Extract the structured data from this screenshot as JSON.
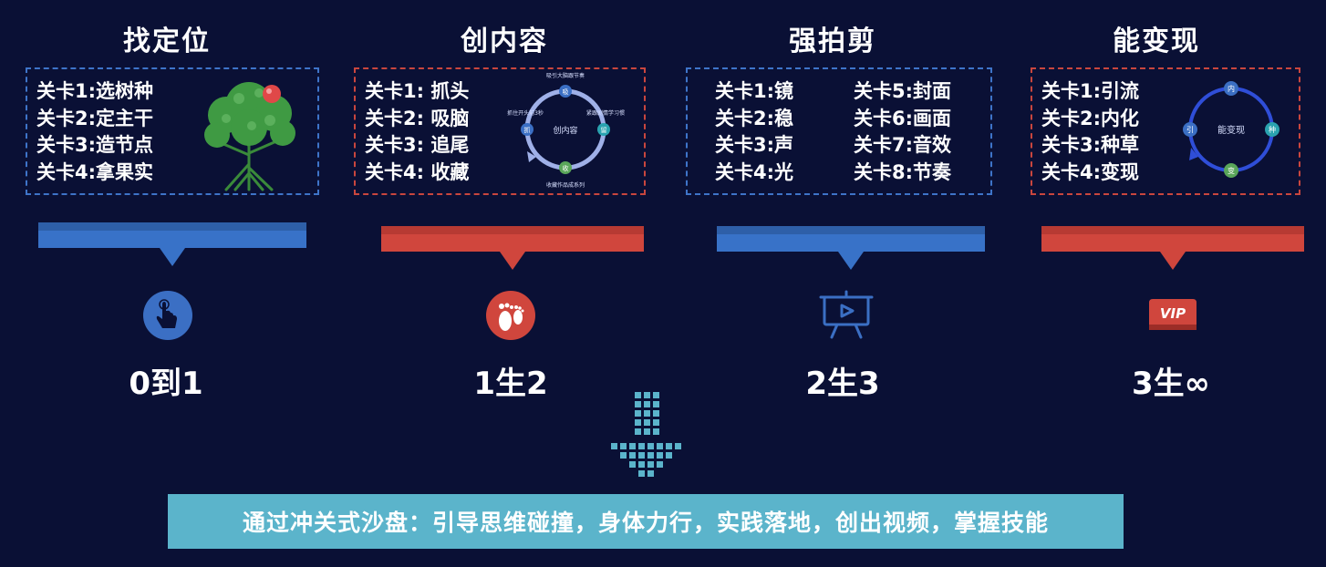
{
  "columns": [
    {
      "title": "找定位",
      "levels": [
        "关卡1:选树种",
        "关卡2:定主干",
        "关卡3:造节点",
        "关卡4:拿果实"
      ],
      "icon": "touch-hand-icon",
      "stage": "0到1",
      "color": "#3872c8"
    },
    {
      "title": "创内容",
      "levels": [
        "关卡1: 抓头",
        "关卡2: 吸脑",
        "关卡3: 追尾",
        "关卡4: 收藏"
      ],
      "diagram": {
        "center": "创内容",
        "nodes": [
          "吸",
          "留",
          "收",
          "抓"
        ],
        "labels": [
          "吸引大脑跟节奏",
          "紧跟剧情学习惯",
          "收藏作品成系列",
          "抓住开头前3秒"
        ]
      },
      "icon": "footprint-icon",
      "stage": "1生2",
      "color": "#d0463d"
    },
    {
      "title": "强拍剪",
      "levels": [
        "关卡1:镜",
        "关卡5:封面",
        "关卡2:稳",
        "关卡6:画面",
        "关卡3:声",
        "关卡7:音效",
        "关卡4:光",
        "关卡8:节奏"
      ],
      "icon": "video-board-icon",
      "stage": "2生3",
      "color": "#3872c8"
    },
    {
      "title": "能变现",
      "levels": [
        "关卡1:引流",
        "关卡2:内化",
        "关卡3:种草",
        "关卡4:变现"
      ],
      "diagram": {
        "center": "能变现",
        "nodes": [
          "内",
          "种",
          "变",
          "引"
        ]
      },
      "icon": "vip-icon",
      "stage": "3生∞",
      "color": "#d0463d"
    }
  ],
  "banner": "通过冲关式沙盘：引导思维碰撞，身体力行，实践落地，创出视频，掌握技能"
}
